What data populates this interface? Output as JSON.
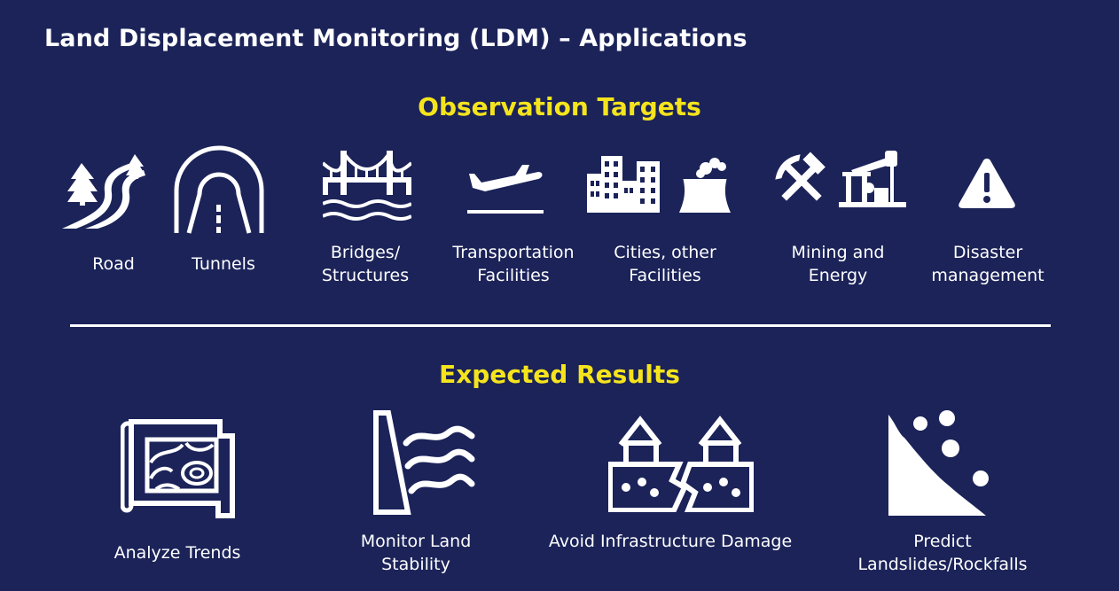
{
  "page": {
    "title": "Land Displacement Monitoring (LDM) – Applications"
  },
  "observation": {
    "heading": "Observation Targets",
    "items": [
      {
        "icon": "road-icon",
        "lines": [
          "Road"
        ]
      },
      {
        "icon": "tunnel-icon",
        "lines": [
          "Tunnels"
        ]
      },
      {
        "icon": "bridge-icon",
        "lines": [
          "Bridges/",
          "Structures"
        ]
      },
      {
        "icon": "airplane-icon",
        "lines": [
          "Transportation",
          "Facilities"
        ]
      },
      {
        "icon": "city-factory-icon",
        "lines": [
          "Cities, other",
          "Facilities"
        ]
      },
      {
        "icon": "mining-energy-icon",
        "lines": [
          "Mining and",
          "Energy"
        ]
      },
      {
        "icon": "warning-icon",
        "lines": [
          "Disaster",
          "management"
        ]
      }
    ]
  },
  "results": {
    "heading": "Expected Results",
    "items": [
      {
        "icon": "contour-map-icon",
        "lines": [
          "Analyze Trends"
        ]
      },
      {
        "icon": "wall-waves-icon",
        "lines": [
          "Monitor Land",
          "Stability"
        ]
      },
      {
        "icon": "cracked-ground-houses-icon",
        "lines": [
          "Avoid Infrastructure Damage"
        ]
      },
      {
        "icon": "rockfall-icon",
        "lines": [
          "Predict",
          "Landslides/Rockfalls"
        ]
      }
    ]
  },
  "colors": {
    "background": "#1b2359",
    "heading": "#f5e41c",
    "foreground": "#ffffff"
  }
}
